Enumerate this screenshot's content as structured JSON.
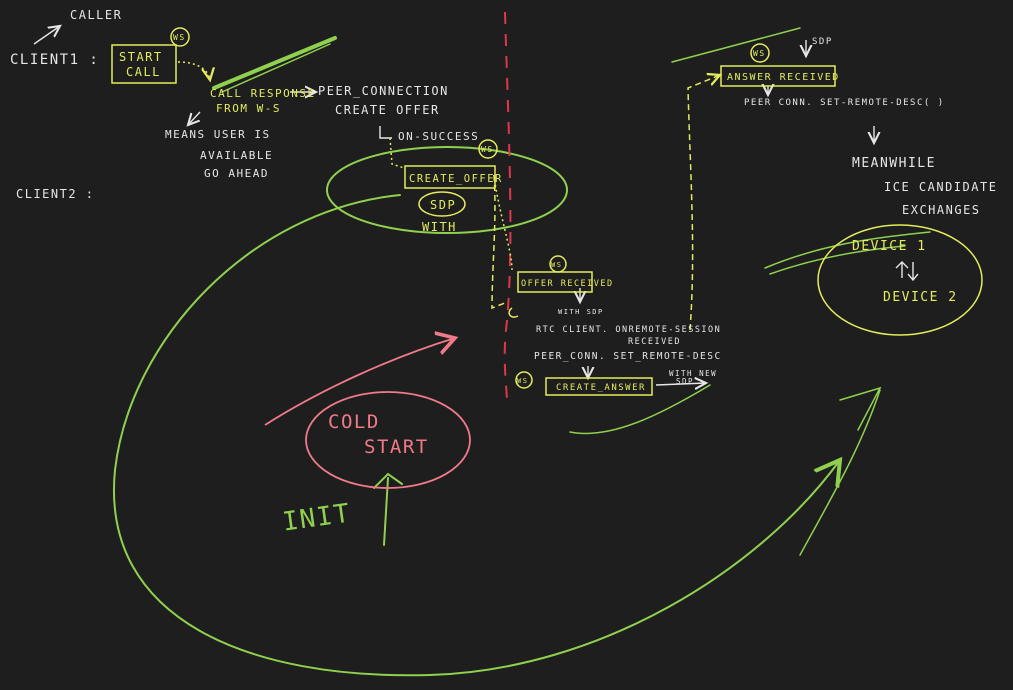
{
  "colors": {
    "background": "#1e1e1e",
    "chalk_white": "#e6e6e6",
    "yellow": "#e4eb5c",
    "green": "#8fd14f",
    "pink": "#f07a8a",
    "red_dashed": "#e0364d"
  },
  "labels": {
    "caller": "CALLER",
    "client1": "CLIENT1 :",
    "client2": "CLIENT2 :",
    "start_call": [
      "START",
      "CALL"
    ],
    "call_response": [
      "CALL RESPONSE",
      "FROM W-S"
    ],
    "peer_connection": [
      "PEER_CONNECTION",
      "CREATE OFFER"
    ],
    "means_user": [
      "MEANS USER IS",
      "AVAILABLE",
      "GO AHEAD"
    ],
    "on_success": "ON-SUCCESS",
    "create_offer": "CREATE_OFFER",
    "sdp": "SDP",
    "with": "WITH",
    "ws": "WS",
    "offer_received": "OFFER RECEIVED",
    "with_sdp": "WITH SDP",
    "rtc_client": [
      "RTC CLIENT. ONREMOTE-SESSION",
      "RECEIVED"
    ],
    "set_remote_desc": "PEER_CONN. SET_REMOTE-DESC",
    "create_answer": "CREATE_ANSWER",
    "with_new_sdp": [
      "WITH NEW",
      "SDP"
    ],
    "sdp_top": "SDP",
    "answer_received": "ANSWER RECEIVED",
    "peer_conn_set_remote": "PEER CONN. SET-REMOTE-DESC( )",
    "meanwhile": "MEANWHILE",
    "ice": [
      "ICE CANDIDATE",
      "EXCHANGES"
    ],
    "device1": "DEVICE 1",
    "device2": "DEVICE 2",
    "cold_start": [
      "COLD",
      "START"
    ],
    "init": "INIT"
  }
}
